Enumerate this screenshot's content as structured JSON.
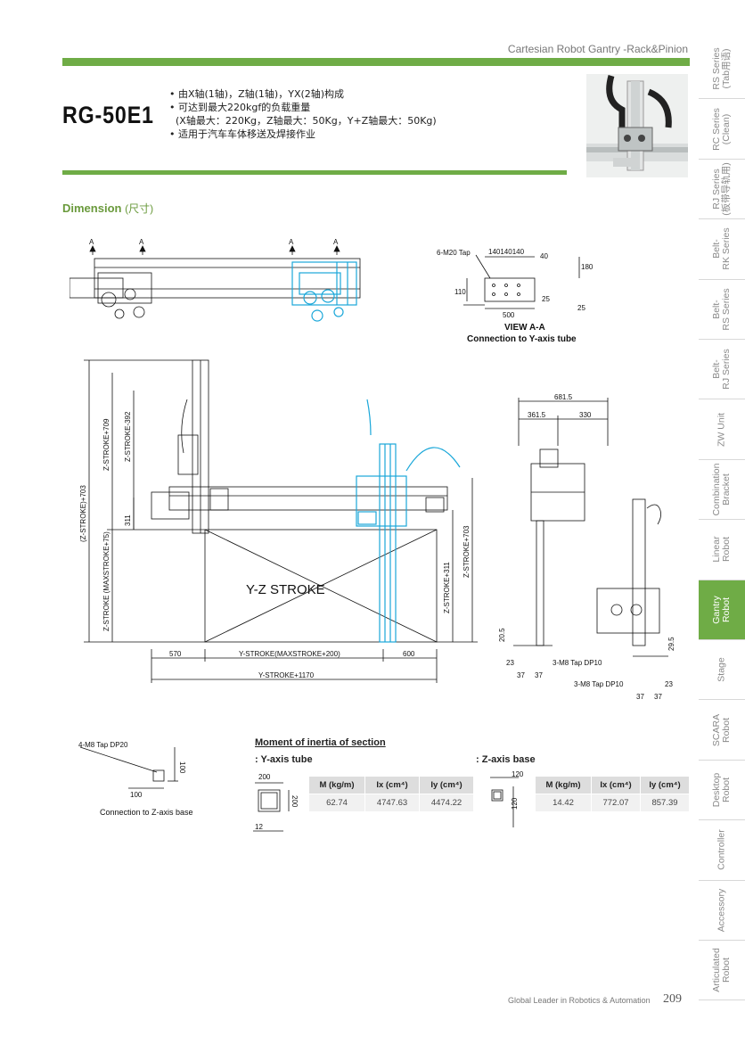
{
  "header": {
    "title": "Cartesian Robot Gantry -Rack&Pinion"
  },
  "model": "RG-50E1",
  "features": [
    "• 由X轴(1轴)，Z轴(1轴)，YX(2轴)构成",
    "• 可达到最大220kgf的负载重量",
    "  (X轴最大：220Kg，Z轴最大：50Kg，Y+Z轴最大：50Kg)",
    "• 适用于汽车车体移送及焊接作业"
  ],
  "section": {
    "title": "Dimension",
    "title_cn": "(尺寸)"
  },
  "drawing": {
    "view_aa": "VIEW A-A",
    "view_aa_sub": "Connection to Y-axis tube",
    "tap_label": "6-M20 Tap",
    "dims_aa": [
      "140140140",
      "40",
      "180",
      "110",
      "500",
      "25",
      "25"
    ],
    "section_marker": "A",
    "stroke_label": "Y-Z STROKE",
    "left_dims": [
      "(Z-STROKE)+703",
      "Z-STROKE+709",
      "Z-STROKE-392",
      "311",
      "Z-STROKE (MAXSTROKE+75)"
    ],
    "right_dims": [
      "Z-STROKE+311",
      "Z-STROKE+703"
    ],
    "bottom_dims": [
      "570",
      "Y-STROKE(MAXSTROKE+200)",
      "600",
      "Y-STROKE+1170"
    ],
    "side_dims": [
      "681.5",
      "361.5",
      "330",
      "20.5",
      "29.5",
      "23",
      "37",
      "37",
      "23",
      "37",
      "37"
    ],
    "side_taps": [
      "3-M8 Tap DP10",
      "3-M8 Tap DP10"
    ],
    "zbase_tap": "4-M8 Tap DP20",
    "zbase_dims": [
      "100",
      "100"
    ],
    "zbase_caption": "Connection to Z-axis base"
  },
  "moment": {
    "title": "Moment of inertia of section",
    "y_title": ": Y-axis tube",
    "z_title": ": Z-axis base",
    "y_dims": [
      "200",
      "200",
      "12"
    ],
    "z_dims": [
      "120",
      "120"
    ],
    "headers": [
      "M (kg/m)",
      "Ix (cm⁴)",
      "Iy (cm⁴)"
    ],
    "y_values": [
      "62.74",
      "4747.63",
      "4474.22"
    ],
    "z_values": [
      "14.42",
      "772.07",
      "857.39"
    ]
  },
  "tabs": [
    {
      "label": "RS Series",
      "label2": "(Tab用语)"
    },
    {
      "label": "RC Series",
      "label2": "(Clean)"
    },
    {
      "label": "RJ Series",
      "label2": "(板带导轨用)"
    },
    {
      "label": "Belt-",
      "label2": "RK Series"
    },
    {
      "label": "Belt-",
      "label2": "RS Series"
    },
    {
      "label": "Belt-",
      "label2": "RJ Series"
    },
    {
      "label": "ZW Unit",
      "label2": ""
    },
    {
      "label": "Combination",
      "label2": "Bracket"
    },
    {
      "label": "Linear",
      "label2": "Robot"
    },
    {
      "label": "Gantry",
      "label2": "Robot",
      "active": true
    },
    {
      "label": "Stage",
      "label2": ""
    },
    {
      "label": "SCARA",
      "label2": "Robot"
    },
    {
      "label": "Desktop",
      "label2": "Robot"
    },
    {
      "label": "Controller",
      "label2": ""
    },
    {
      "label": "Accessory",
      "label2": ""
    },
    {
      "label": "Articulated",
      "label2": "Robot"
    }
  ],
  "footer": {
    "tagline": "Global Leader in Robotics & Automation",
    "page": "209"
  },
  "colors": {
    "accent": "#6fac46",
    "highlight": "#1aa7d9"
  }
}
